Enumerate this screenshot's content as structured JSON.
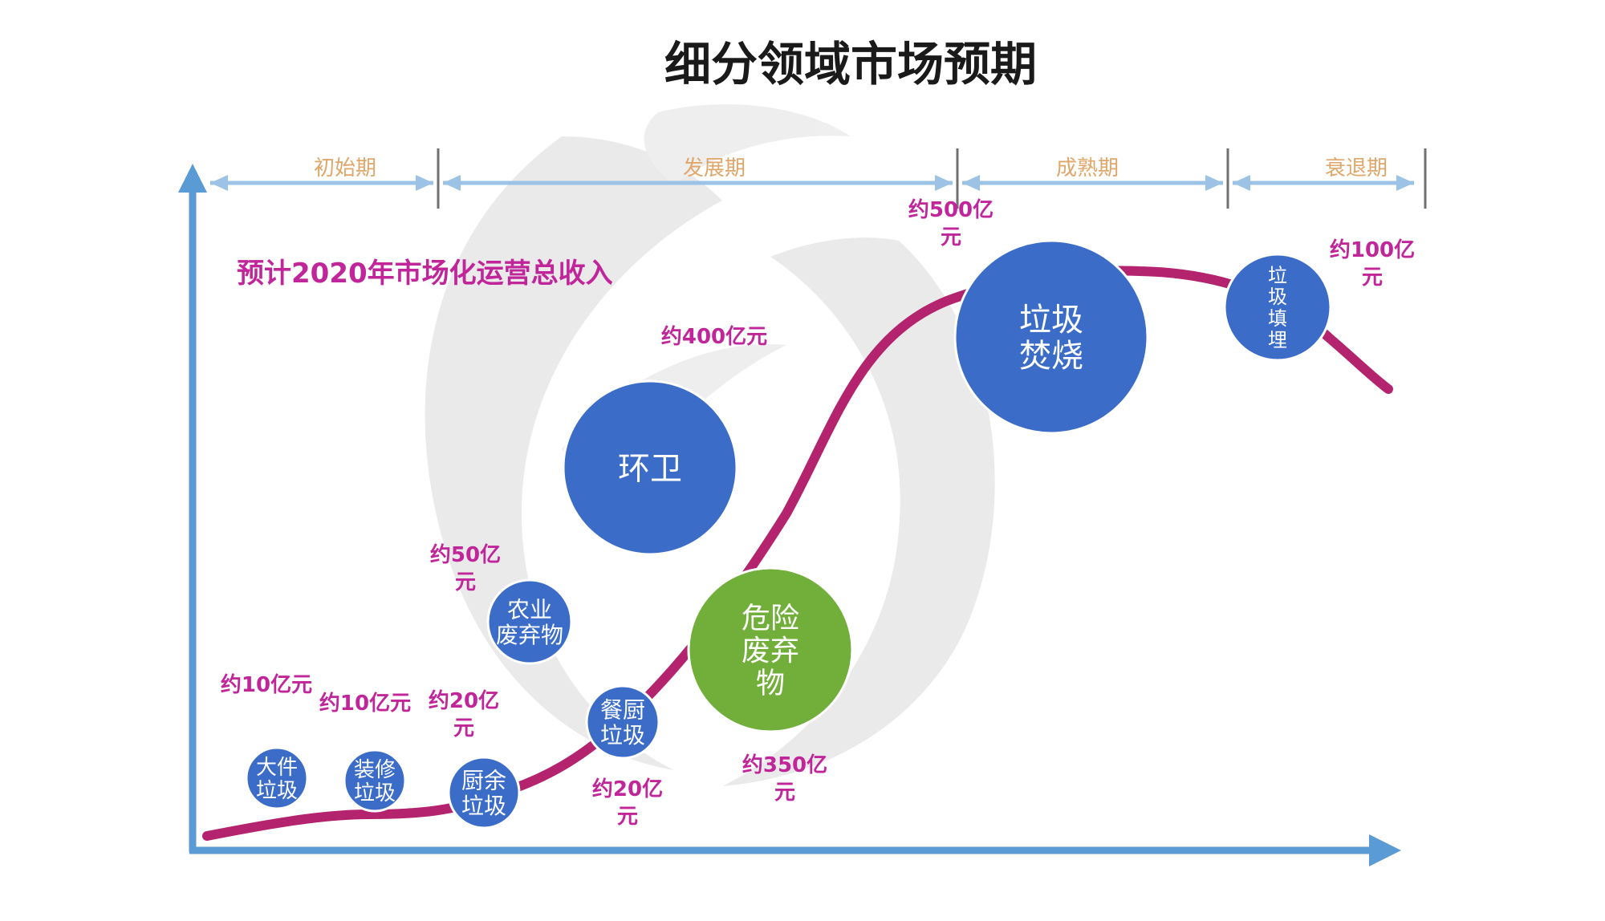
{
  "title": "细分领域市场预期",
  "subtitle": "预计2020年市场化运营总收入",
  "phases": [
    {
      "label": "初始期"
    },
    {
      "label": "发展期"
    },
    {
      "label": "成熟期"
    },
    {
      "label": "衰退期"
    }
  ],
  "bubbles": [
    {
      "lines": [
        "大件",
        "垃圾"
      ],
      "color": "#3A6CC8",
      "value_lines": [
        "约10亿元"
      ]
    },
    {
      "lines": [
        "装修",
        "垃圾"
      ],
      "color": "#3A6CC8",
      "value_lines": [
        "约10亿元"
      ]
    },
    {
      "lines": [
        "厨余",
        "垃圾"
      ],
      "color": "#3A6CC8",
      "value_lines": [
        "约20亿",
        "元"
      ]
    },
    {
      "lines": [
        "农业",
        "废弃物"
      ],
      "color": "#3A6CC8",
      "value_lines": [
        "约50亿",
        "元"
      ]
    },
    {
      "lines": [
        "餐厨",
        "垃圾"
      ],
      "color": "#3A6CC8",
      "value_lines": [
        "约20亿",
        "元"
      ]
    },
    {
      "lines": [
        "环卫"
      ],
      "color": "#3A6CC8",
      "value_lines": [
        "约400亿元"
      ]
    },
    {
      "lines": [
        "危险",
        "废弃",
        "物"
      ],
      "color": "#71AF3A",
      "value_lines": [
        "约350亿",
        "元"
      ]
    },
    {
      "lines": [
        "垃圾",
        "焚烧"
      ],
      "color": "#3A6CC8",
      "value_lines": [
        "约500亿",
        "元"
      ]
    },
    {
      "lines": [
        "垃",
        "圾",
        "填",
        "埋"
      ],
      "color": "#3A6CC8",
      "value_lines": [
        "约100亿",
        "元"
      ]
    }
  ],
  "colors": {
    "axis": "#5B9BD5",
    "curve": "#B4236E",
    "value_text": "#C0259A",
    "phase_text": "#E0A66A",
    "watermark": "#E6E6E6",
    "title": "#1A1A1A"
  }
}
